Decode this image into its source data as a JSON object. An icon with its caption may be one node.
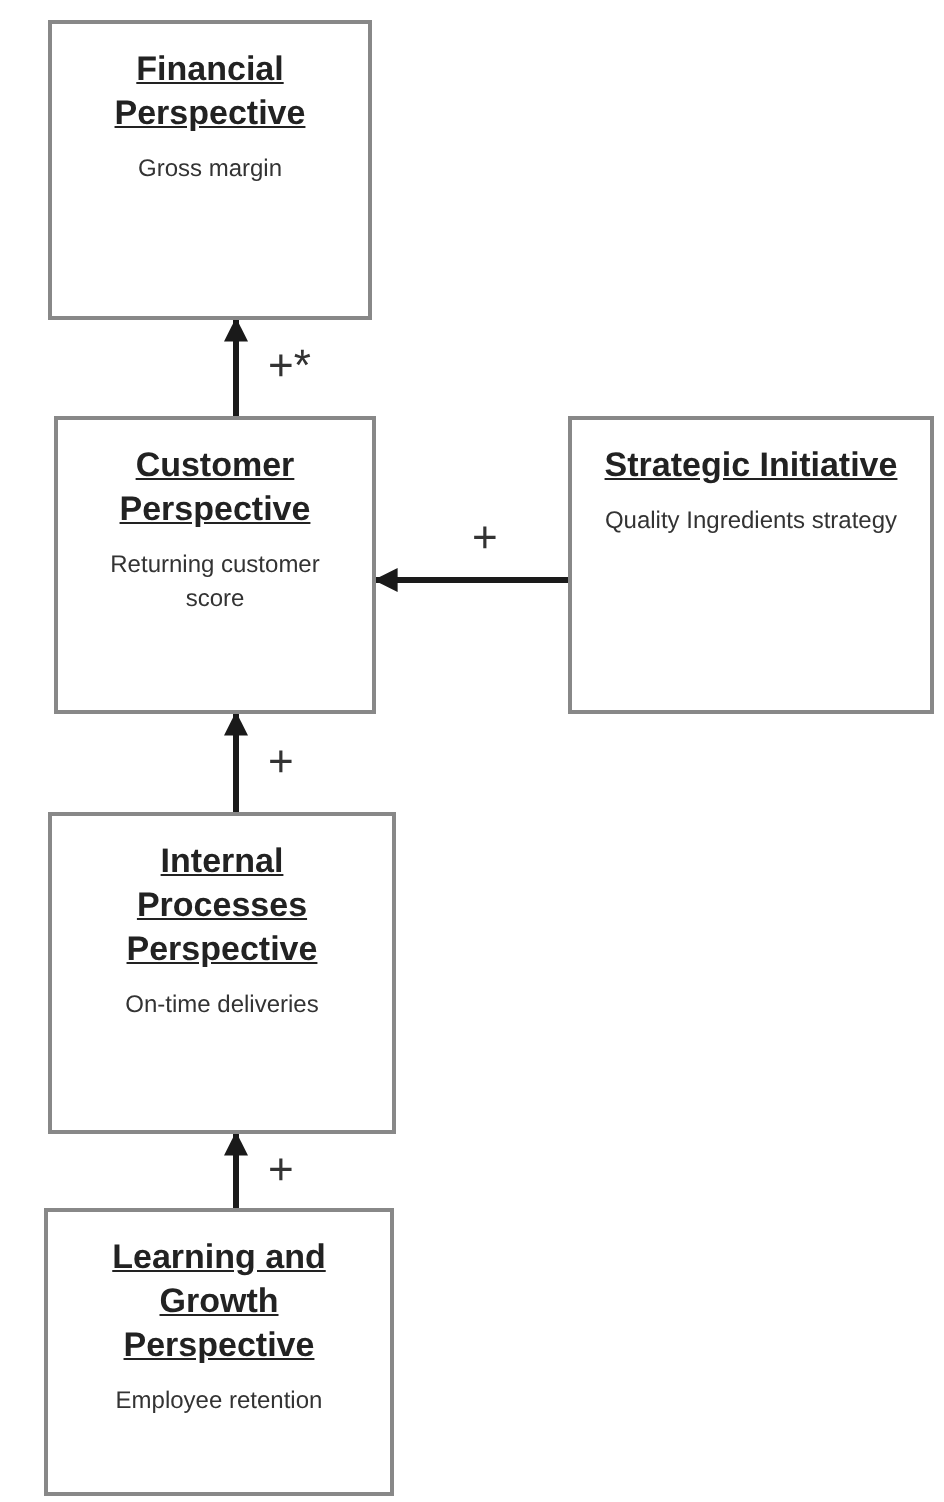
{
  "diagram": {
    "nodes": [
      {
        "text": [
          "Financial Perspective",
          "Gross margin"
        ]
      },
      {
        "text": [
          "Customer Perspective",
          "Returning customer score"
        ]
      },
      {
        "text": [
          "Strategic Initiative",
          "Quality Ingredients strategy"
        ]
      },
      {
        "text": [
          "Internal Processes Perspective",
          "On-time deliveries"
        ]
      },
      {
        "text": [
          "Learning and Growth Perspective",
          "Employee retention"
        ]
      }
    ],
    "edges": [
      {
        "from": 1,
        "to": 0,
        "arrow": "to",
        "label": "+*"
      },
      {
        "from": 2,
        "to": 1,
        "arrow": "to",
        "label": "+"
      },
      {
        "from": 3,
        "to": 1,
        "arrow": "to",
        "label": "+"
      },
      {
        "from": 4,
        "to": 3,
        "arrow": "to",
        "label": "+"
      }
    ]
  }
}
